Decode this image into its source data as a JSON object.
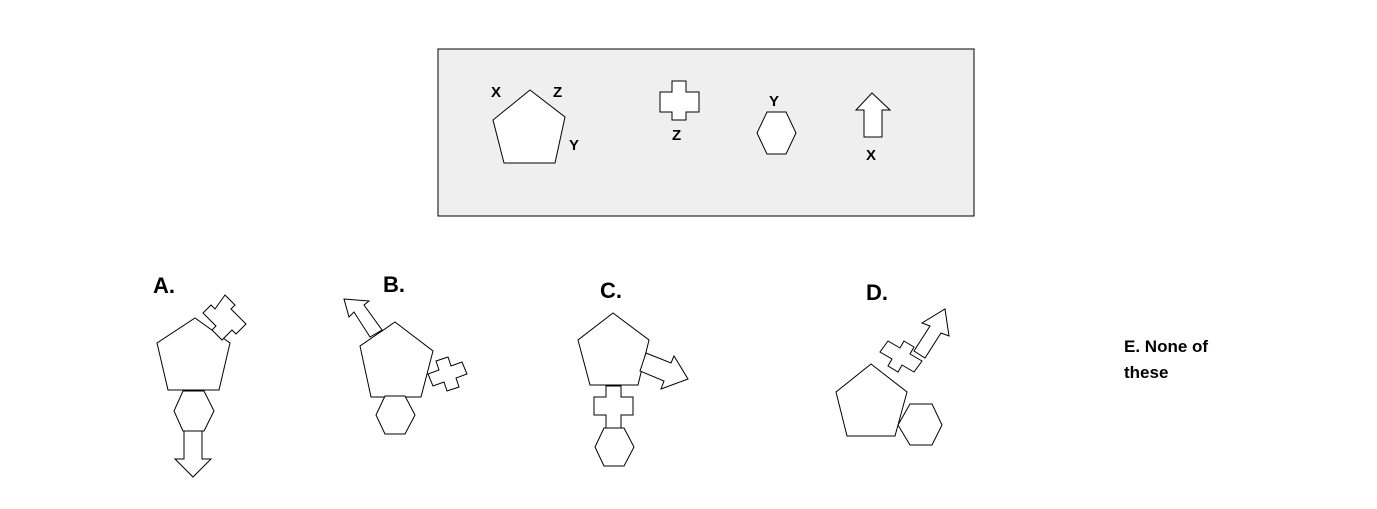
{
  "reference": {
    "pentagon": {
      "top_left_label": "X",
      "top_right_label": "Z",
      "right_label": "Y"
    },
    "cross": {
      "label": "Z"
    },
    "hexagon": {
      "label": "Y"
    },
    "arrow": {
      "label": "X"
    }
  },
  "options": [
    {
      "letter": "A."
    },
    {
      "letter": "B."
    },
    {
      "letter": "C."
    },
    {
      "letter": "D."
    },
    {
      "letter": "E.",
      "text_line1": "None of",
      "text_line2": "these"
    }
  ],
  "colors": {
    "panel_fill": "#efefef",
    "stroke": "#000000",
    "shape_fill": "#ffffff"
  }
}
